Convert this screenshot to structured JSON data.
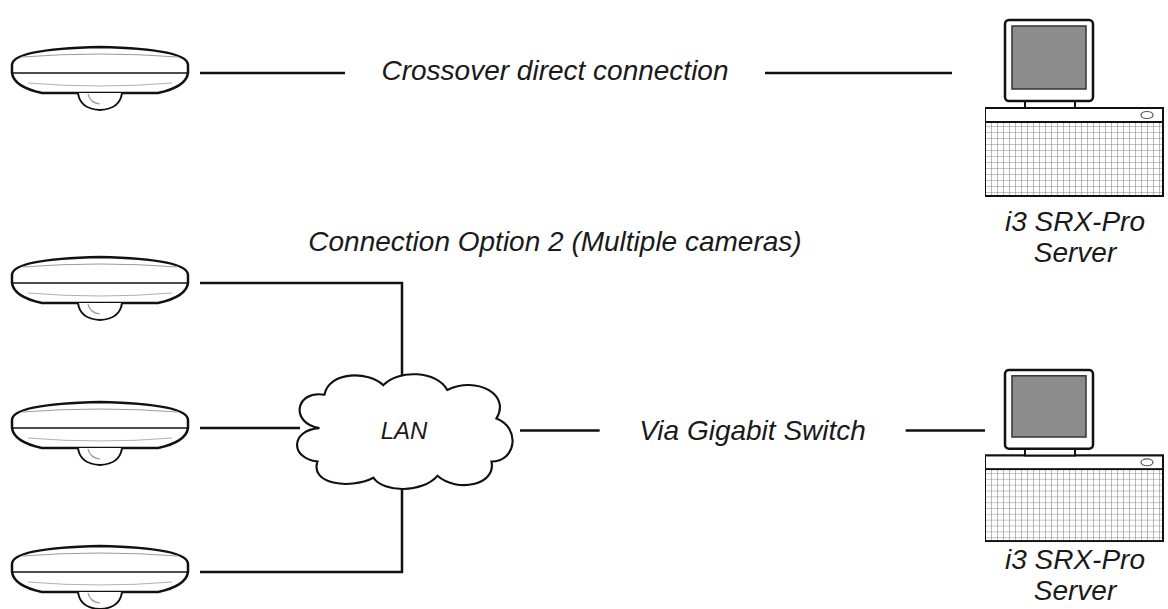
{
  "diagram": {
    "nodes": [
      {
        "text": [
          "i3 SRX-Pro Server"
        ]
      },
      {
        "text": [
          "LAN"
        ]
      },
      {
        "text": [
          "i3 SRX-Pro Server"
        ]
      }
    ],
    "edges": [
      {
        "from": 1,
        "to": 2,
        "label": "Via Gigabit Switch",
        "arrow": "none"
      }
    ],
    "labels": [
      "Crossover direct connection",
      "Connection Option 2 (Multiple cameras)"
    ]
  }
}
